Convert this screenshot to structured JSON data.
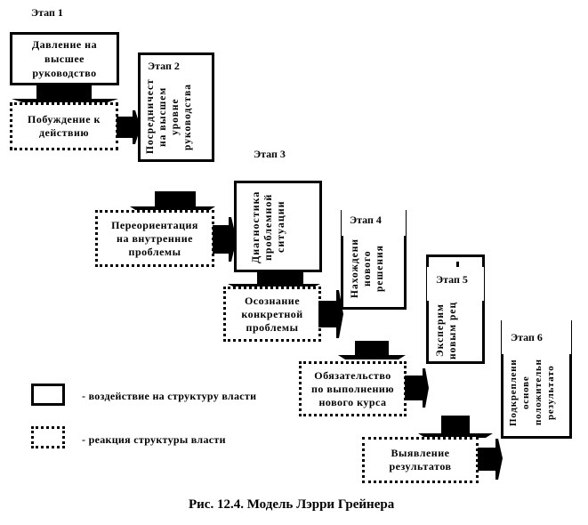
{
  "figure": {
    "caption": "Рис. 12.4. Модель Лэрри Грейнера",
    "stages": [
      {
        "label": "Этап 1",
        "action": "Давление на высшее руководство",
        "reaction": "Побуждение к действию"
      },
      {
        "label": "Этап 2",
        "action_lines": [
          "Посредничест",
          "на высшем",
          "уровне",
          "руководства"
        ],
        "reaction": "Переориентация на внутренние проблемы"
      },
      {
        "label": "Этап 3",
        "action_lines": [
          "Диагностика",
          "проблемной",
          "ситуации"
        ],
        "reaction": "Осознание конкретной проблемы"
      },
      {
        "label": "Этап 4",
        "action_lines": [
          "Нахождени",
          "нового",
          "решения"
        ],
        "reaction": "Обязательство по выполнению нового курса"
      },
      {
        "label": "Этап 5",
        "action_lines": [
          "Эксперим",
          "новым рец"
        ],
        "reaction": "Выявление результатов"
      },
      {
        "label": "Этап 6",
        "action_lines": [
          "Подкреплени",
          "основе",
          "положительн",
          "результато"
        ]
      }
    ],
    "stage1_action_lines": [
      "Давление на",
      "высшее",
      "руководство"
    ],
    "stage1_reaction_lines": [
      "Побуждение к",
      "действию"
    ],
    "stage2_reaction_lines": [
      "Переориентация",
      "на внутренние",
      "проблемы"
    ],
    "stage3_reaction_lines": [
      "Осознание",
      "конкретной",
      "проблемы"
    ],
    "stage4_reaction_lines": [
      "Обязательство",
      "по выполнению",
      "нового курса"
    ],
    "stage5_reaction_lines": [
      "Выявление",
      "результатов"
    ],
    "legend": {
      "solid": "- воздействие на структуру власти",
      "dotted": "- реакция структуры власти"
    }
  }
}
